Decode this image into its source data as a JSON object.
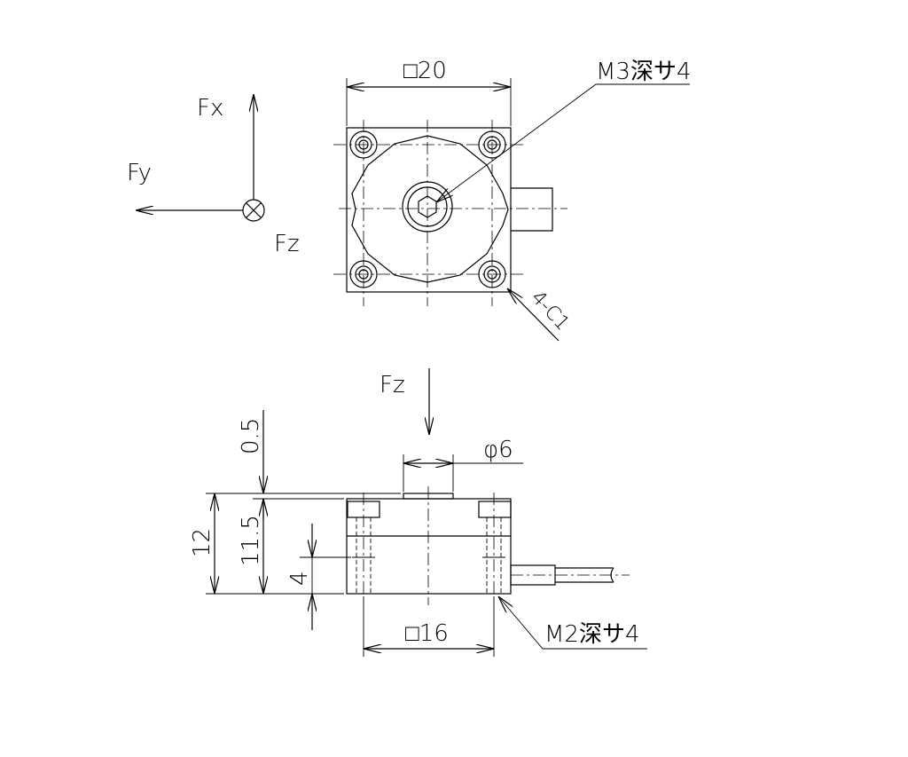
{
  "force_axes": {
    "fx": "Fx",
    "fy": "Fy",
    "fz": "Fz"
  },
  "top_view": {
    "width_dim": "□20",
    "thread_note_top": "M3深サ4",
    "chamfer_note": "4-C1"
  },
  "side_view": {
    "load_label": "Fz",
    "dia_dim": "φ6",
    "gap_dim": "0.5",
    "height_total": "12",
    "height_body": "11.5",
    "hole_depth": "4",
    "base_dim": "□16",
    "thread_note_side": "M2深サ4"
  }
}
